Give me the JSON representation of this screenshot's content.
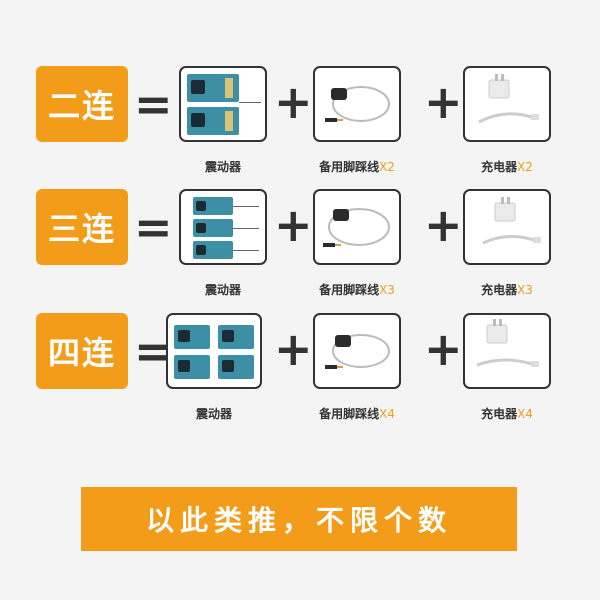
{
  "rows": [
    {
      "label": "二连",
      "equals": "=",
      "plus": "+",
      "captions": {
        "device": "震动器",
        "cable": "备用脚踩线",
        "cable_qty": "X2",
        "charger": "充电器",
        "charger_qty": "X2"
      }
    },
    {
      "label": "三连",
      "equals": "=",
      "plus": "+",
      "captions": {
        "device": "震动器",
        "cable": "备用脚踩线",
        "cable_qty": "X3",
        "charger": "充电器",
        "charger_qty": "X3"
      }
    },
    {
      "label": "四连",
      "equals": "=",
      "plus": "+",
      "captions": {
        "device": "震动器",
        "cable": "备用脚踩线",
        "cable_qty": "X4",
        "charger": "充电器",
        "charger_qty": "X4"
      }
    }
  ],
  "banner": {
    "text": "以此类推，不限个数"
  },
  "colors": {
    "accent": "#f39c1a",
    "board": "#3d8fa6",
    "background": "#f4f4f4"
  }
}
